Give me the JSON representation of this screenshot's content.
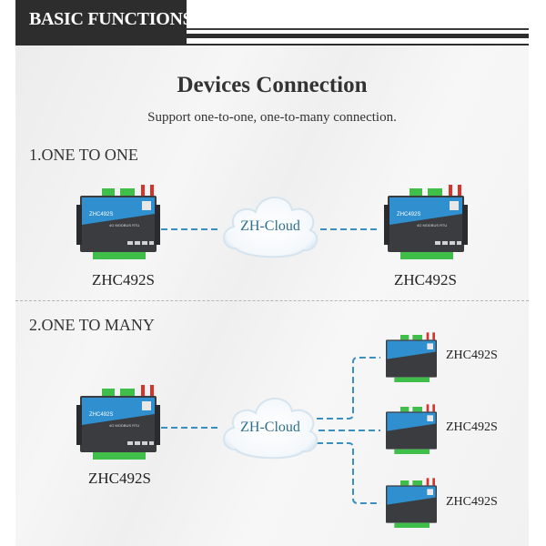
{
  "header": {
    "title": "BASIC FUNCTIONS"
  },
  "main": {
    "title": "Devices Connection",
    "subtitle": "Support one-to-one, one-to-many connection."
  },
  "sections": [
    {
      "label": "1.ONE TO ONE",
      "cloud_label": "ZH-Cloud",
      "devices": [
        {
          "name": "ZHC492S"
        },
        {
          "name": "ZHC492S"
        }
      ]
    },
    {
      "label": "2.ONE TO MANY",
      "cloud_label": "ZH-Cloud",
      "devices": [
        {
          "name": "ZHC492S"
        },
        {
          "name": "ZHC492S"
        },
        {
          "name": "ZHC492S"
        },
        {
          "name": "ZHC492S"
        }
      ]
    }
  ],
  "device_faceplate": {
    "model": "ZHC492S",
    "type": "4G MODBUS RTU"
  },
  "colors": {
    "header_bg": "#2d2d2d",
    "link_dash": "#3a8fc0",
    "device_blue": "#2f8fcf",
    "device_body": "#3a3c40",
    "terminal_green": "#3fbf4a",
    "antenna_red": "#d8322b",
    "cloud_text": "#2e6f8e"
  }
}
